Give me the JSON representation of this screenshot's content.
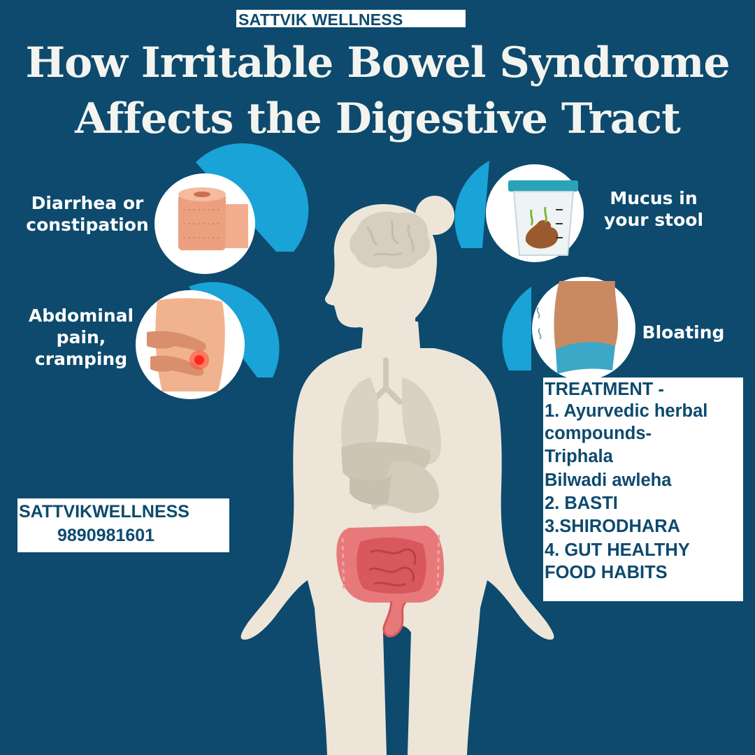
{
  "brand": "SATTVIK WELLNESS",
  "title": {
    "line1": "How Irritable Bowel Syndrome",
    "line2": "Affects the Digestive Tract"
  },
  "symptoms": {
    "diarrhea": {
      "line1": "Diarrhea or",
      "line2": "constipation",
      "icon": "toilet-paper-icon"
    },
    "abdominal": {
      "line1": "Abdominal",
      "line2": "pain,",
      "line3": "cramping",
      "icon": "abdominal-pain-icon"
    },
    "mucus": {
      "line1": "Mucus in",
      "line2": "your stool",
      "icon": "stool-sample-icon"
    },
    "bloating": {
      "line1": "Bloating",
      "icon": "bloated-belly-icon"
    }
  },
  "contact": {
    "name": "SATTVIKWELLNESS",
    "phone": "9890981601"
  },
  "treatment": {
    "lines": [
      "TREATMENT -",
      "1. Ayurvedic herbal",
      "compounds-",
      "Triphala",
      "Bilwadi awleha",
      "2. BASTI",
      "3.SHIRODHARA",
      "4. GUT HEALTHY",
      "FOOD HABITS"
    ]
  },
  "colors": {
    "background": "#0d4a6e",
    "accent": "#1aa3d6",
    "body": "#ede6d8",
    "organ": "#d9d2c4",
    "intestine": "#e8797a"
  }
}
